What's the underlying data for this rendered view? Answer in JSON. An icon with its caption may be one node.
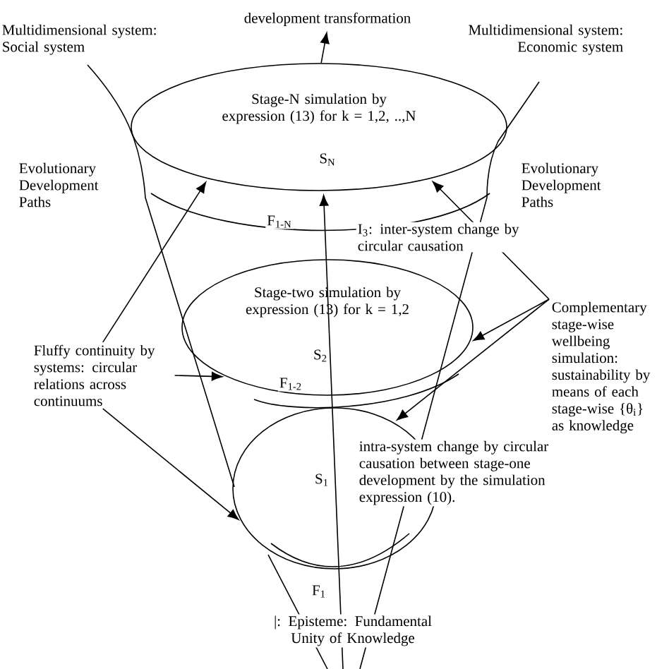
{
  "diagram": {
    "nodes": [
      {
        "text": [
          "development transformation"
        ]
      },
      {
        "text": [
          "Stage-N simulation by expression (13) for k = 1,2, ..,N",
          "S$_{N}$"
        ]
      },
      {
        "text": [
          "Stage-two simulation by expression (13) for k = 1,2",
          "S$_{2}$"
        ]
      },
      {
        "text": [
          "S$_{1}$"
        ]
      },
      {
        "text": [
          "Fluffy continuity by systems: circular relations across continuums"
        ]
      },
      {
        "text": [
          "Complementary stage-wise wellbeing simulation: sustainability by means of each stage-wise {θ$_{i}$} as knowledge"
        ]
      }
    ],
    "edges": [
      {
        "from": 1,
        "to": 0,
        "arrow": "to"
      },
      {
        "from": null,
        "to": 1,
        "arrow": "to"
      },
      {
        "from": 4,
        "to": 1,
        "arrow": "to"
      },
      {
        "from": 4,
        "to": 2,
        "arrow": "to"
      },
      {
        "from": 4,
        "to": 3,
        "arrow": "to"
      },
      {
        "from": 5,
        "to": 1,
        "arrow": "to"
      },
      {
        "from": 5,
        "to": 2,
        "arrow": "to"
      },
      {
        "from": 5,
        "to": 3,
        "arrow": "to"
      }
    ],
    "labels": [
      "Multidimensional system: Social system",
      "Multidimensional system: Economic system",
      "Evolutionary Development Paths",
      "Evolutionary Development Paths",
      "F$_{1-N}$",
      "I$_{3}$: inter-system change by circular causation",
      "F$_{1-2}$",
      "intra-system change by circular causation between stage-one development by the simulation expression (10).",
      "F$_{1}$",
      "|: Episteme: Fundamental Unity of Knowledge"
    ]
  }
}
